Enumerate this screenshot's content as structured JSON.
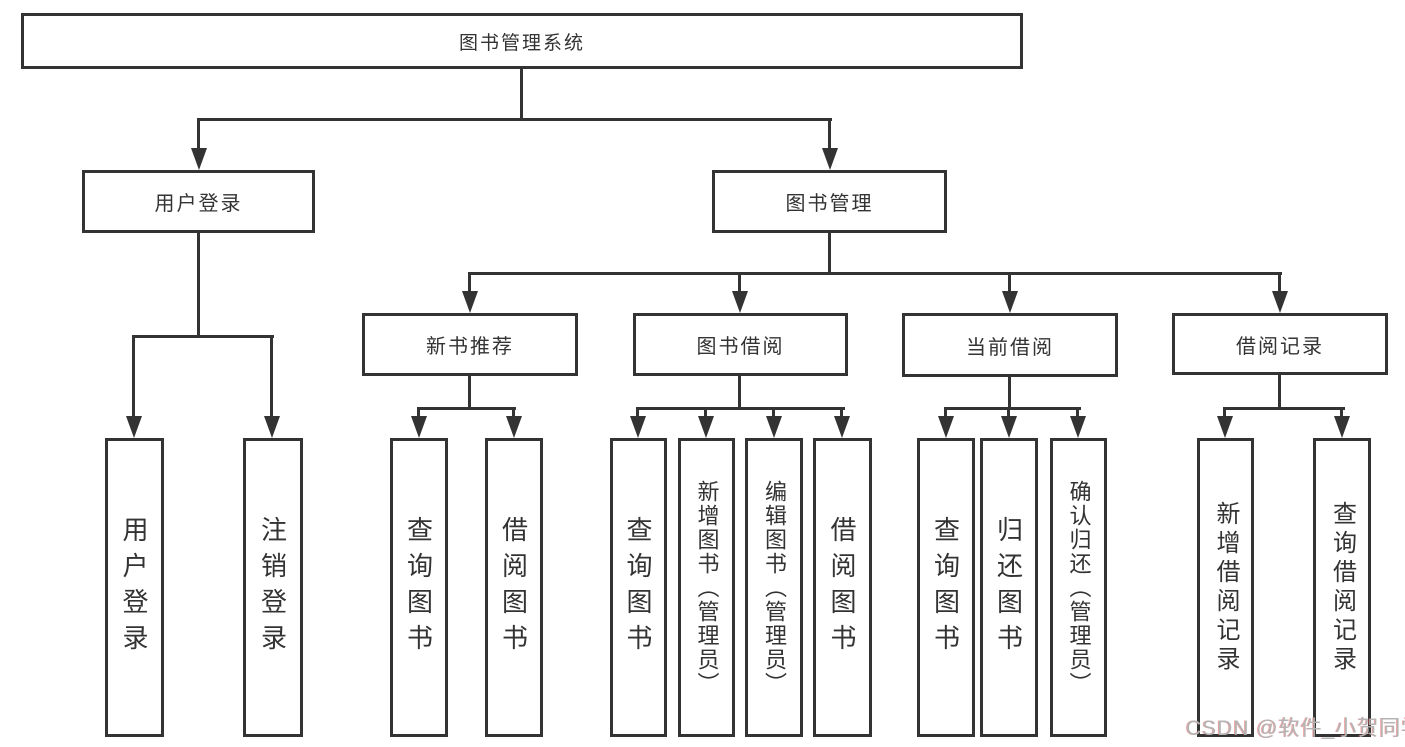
{
  "tree": {
    "label": "图书管理系统",
    "children": [
      {
        "label": "用户登录",
        "children": [
          {
            "label": "用户登录"
          },
          {
            "label": "注销登录"
          }
        ]
      },
      {
        "label": "图书管理",
        "children": [
          {
            "label": "新书推荐",
            "children": [
              {
                "label": "查询图书"
              },
              {
                "label": "借阅图书"
              }
            ]
          },
          {
            "label": "图书借阅",
            "children": [
              {
                "label": "查询图书"
              },
              {
                "label": "新增图书（管理员）"
              },
              {
                "label": "编辑图书（管理员）"
              },
              {
                "label": "借阅图书"
              }
            ]
          },
          {
            "label": "当前借阅",
            "children": [
              {
                "label": "查询图书"
              },
              {
                "label": "归还图书"
              },
              {
                "label": "确认归还（管理员）"
              }
            ]
          },
          {
            "label": "借阅记录",
            "children": [
              {
                "label": "新增借阅记录"
              },
              {
                "label": "查询借阅记录"
              }
            ]
          }
        ]
      }
    ]
  },
  "watermark": "CSDN @软件_小贺同学",
  "colors": {
    "line": "#333333",
    "text": "#333333",
    "background": "#ffffff",
    "watermark": "#b4b4b4"
  }
}
